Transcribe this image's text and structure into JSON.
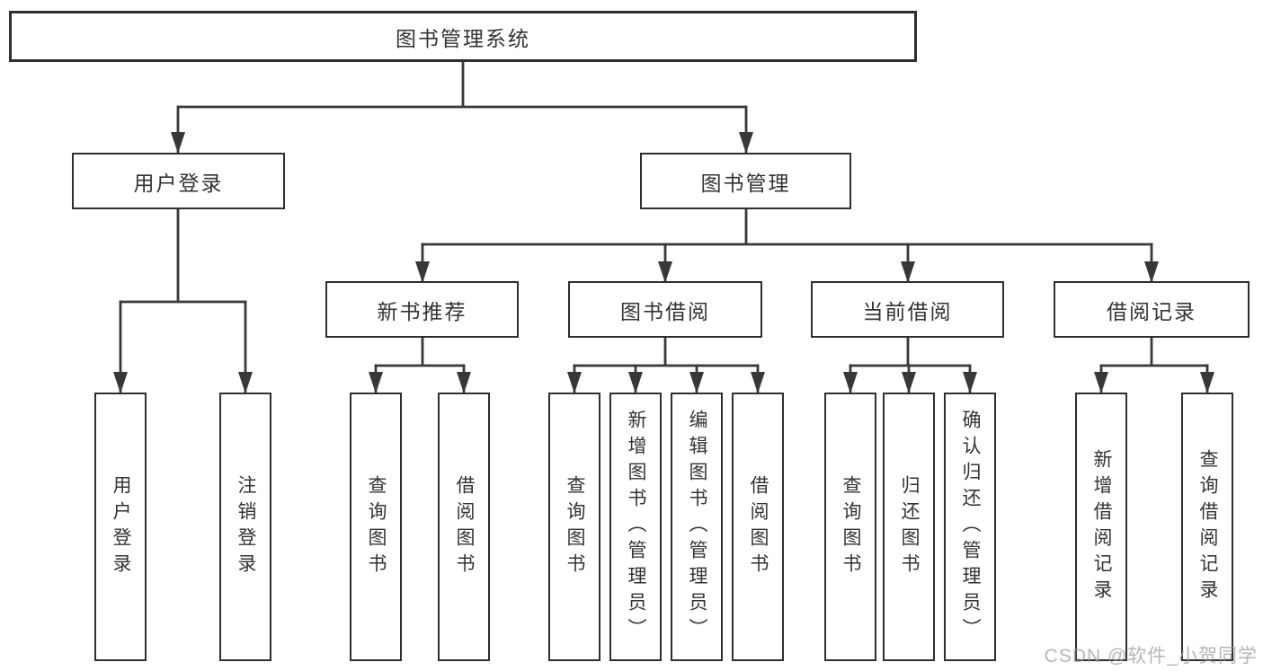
{
  "diagram": {
    "root": {
      "label": "图书管理系统"
    },
    "level2": [
      {
        "label": "用户登录"
      },
      {
        "label": "图书管理"
      }
    ],
    "level3": [
      {
        "label": "新书推荐"
      },
      {
        "label": "图书借阅"
      },
      {
        "label": "当前借阅"
      },
      {
        "label": "借阅记录"
      }
    ],
    "leaves": {
      "user_login": [
        {
          "label": "用户登录"
        },
        {
          "label": "注销登录"
        }
      ],
      "new_book": [
        {
          "label": "查询图书"
        },
        {
          "label": "借阅图书"
        }
      ],
      "book_borrow": [
        {
          "label": "查询图书"
        },
        {
          "label": "新增图书（管理员）"
        },
        {
          "label": "编辑图书（管理员）"
        },
        {
          "label": "借阅图书"
        }
      ],
      "current_borrow": [
        {
          "label": "查询图书"
        },
        {
          "label": "归还图书"
        },
        {
          "label": "确认归还（管理员）"
        }
      ],
      "borrow_record": [
        {
          "label": "新增借阅记录"
        },
        {
          "label": "查询借阅记录"
        }
      ]
    }
  },
  "watermark": {
    "text": "CSDN @软件_小贺同学"
  },
  "colors": {
    "line": "#383838",
    "box_border": "#2f2f2f",
    "box_fill": "#ffffff",
    "text": "#333333",
    "watermark": "#9e9e9e"
  }
}
